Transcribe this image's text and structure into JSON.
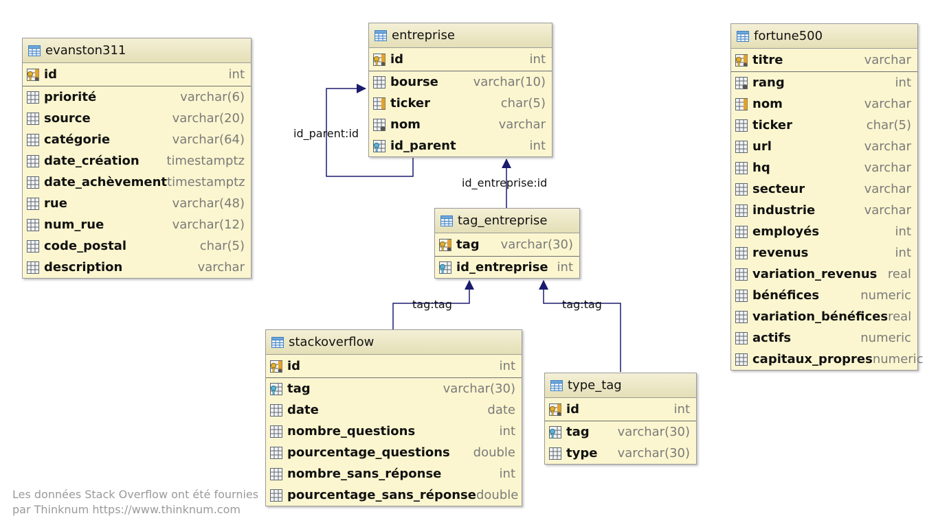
{
  "tables": [
    {
      "key": "evanston311",
      "name": "evanston311",
      "pk": [
        {
          "name": "id",
          "type": "int",
          "icon": "pk-key-icon"
        }
      ],
      "columns": [
        {
          "name": "priorité",
          "type": "varchar(6)",
          "icon": "column-icon"
        },
        {
          "name": "source",
          "type": "varchar(20)",
          "icon": "column-icon"
        },
        {
          "name": "catégorie",
          "type": "varchar(64)",
          "icon": "column-icon"
        },
        {
          "name": "date_création",
          "type": "timestamptz",
          "icon": "column-icon"
        },
        {
          "name": "date_achèvement",
          "type": "timestamptz",
          "icon": "column-icon"
        },
        {
          "name": "rue",
          "type": "varchar(48)",
          "icon": "column-icon"
        },
        {
          "name": "num_rue",
          "type": "varchar(12)",
          "icon": "column-icon"
        },
        {
          "name": "code_postal",
          "type": "char(5)",
          "icon": "column-icon"
        },
        {
          "name": "description",
          "type": "varchar",
          "icon": "column-icon"
        }
      ]
    },
    {
      "key": "entreprise",
      "name": "entreprise",
      "pk": [
        {
          "name": "id",
          "type": "int",
          "icon": "pk-key-icon"
        }
      ],
      "columns": [
        {
          "name": "bourse",
          "type": "varchar(10)",
          "icon": "column-icon"
        },
        {
          "name": "ticker",
          "type": "char(5)",
          "icon": "unique-column-icon"
        },
        {
          "name": "nom",
          "type": "varchar",
          "icon": "notnull-column-icon"
        },
        {
          "name": "id_parent",
          "type": "int",
          "icon": "fk-key-icon"
        }
      ]
    },
    {
      "key": "fortune500",
      "name": "fortune500",
      "pk": [
        {
          "name": "titre",
          "type": "varchar",
          "icon": "pk-key-icon"
        }
      ],
      "columns": [
        {
          "name": "rang",
          "type": "int",
          "icon": "notnull-column-icon"
        },
        {
          "name": "nom",
          "type": "varchar",
          "icon": "unique-column-icon"
        },
        {
          "name": "ticker",
          "type": "char(5)",
          "icon": "column-icon"
        },
        {
          "name": "url",
          "type": "varchar",
          "icon": "column-icon"
        },
        {
          "name": "hq",
          "type": "varchar",
          "icon": "column-icon"
        },
        {
          "name": "secteur",
          "type": "varchar",
          "icon": "column-icon"
        },
        {
          "name": "industrie",
          "type": "varchar",
          "icon": "column-icon"
        },
        {
          "name": "employés",
          "type": "int",
          "icon": "column-icon"
        },
        {
          "name": "revenus",
          "type": "int",
          "icon": "column-icon"
        },
        {
          "name": "variation_revenus",
          "type": "real",
          "icon": "column-icon"
        },
        {
          "name": "bénéfices",
          "type": "numeric",
          "icon": "column-icon"
        },
        {
          "name": "variation_bénéfices",
          "type": "real",
          "icon": "column-icon"
        },
        {
          "name": "actifs",
          "type": "numeric",
          "icon": "column-icon"
        },
        {
          "name": "capitaux_propres",
          "type": "numeric",
          "icon": "column-icon"
        }
      ]
    },
    {
      "key": "tag_entreprise",
      "name": "tag_entreprise",
      "pk": [
        {
          "name": "tag",
          "type": "varchar(30)",
          "icon": "pk-key-icon"
        }
      ],
      "columns": [
        {
          "name": "id_entreprise",
          "type": "int",
          "icon": "fk-key-icon"
        }
      ]
    },
    {
      "key": "stackoverflow",
      "name": "stackoverflow",
      "pk": [
        {
          "name": "id",
          "type": "int",
          "icon": "pk-key-icon"
        }
      ],
      "columns": [
        {
          "name": "tag",
          "type": "varchar(30)",
          "icon": "fk-key-icon"
        },
        {
          "name": "date",
          "type": "date",
          "icon": "column-icon"
        },
        {
          "name": "nombre_questions",
          "type": "int",
          "icon": "column-icon"
        },
        {
          "name": "pourcentage_questions",
          "type": "double",
          "icon": "column-icon"
        },
        {
          "name": "nombre_sans_réponse",
          "type": "int",
          "icon": "column-icon"
        },
        {
          "name": "pourcentage_sans_réponse",
          "type": "double",
          "icon": "column-icon"
        }
      ]
    },
    {
      "key": "type_tag",
      "name": "type_tag",
      "pk": [
        {
          "name": "id",
          "type": "int",
          "icon": "pk-key-icon"
        }
      ],
      "columns": [
        {
          "name": "tag",
          "type": "varchar(30)",
          "icon": "fk-key-icon"
        },
        {
          "name": "type",
          "type": "varchar(30)",
          "icon": "column-icon"
        }
      ]
    }
  ],
  "relations": {
    "self_ref": "id_parent:id",
    "tag_entreprise_to_entreprise": "id_entreprise:id",
    "stackoverflow_to_tag": "tag:tag",
    "type_tag_to_tag": "tag:tag"
  },
  "colors": {
    "table_body": "#fbf6cf",
    "link_line": "#1a1a6e",
    "grid_icon": "#5a6570",
    "key_icon": "#c9a22a"
  },
  "footnote": {
    "line1": "Les données Stack Overflow ont été fournies",
    "line2": "par Thinknum https://www.thinknum.com"
  }
}
